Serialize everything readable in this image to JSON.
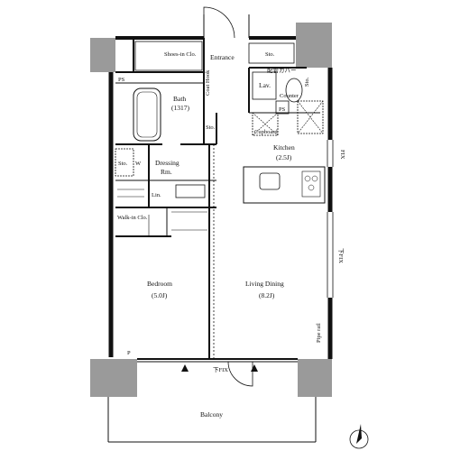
{
  "rooms": {
    "entrance": "Entrance",
    "shoes_in_clo": "Shoes-in Clo.",
    "sto_top": "Sto.",
    "coat_hook": "Coat Hook",
    "bath_name": "Bath",
    "bath_size": "(1317)",
    "ps_top_left": "PS",
    "ps_lav": "PS",
    "lav": "Lav.",
    "haikan_cover": "配管カバー",
    "counter": "Counter",
    "sto_lav": "Sto.",
    "cupboard": "Cupboard",
    "sto_mid": "Sto.",
    "kitchen_name": "Kitchen",
    "kitchen_size": "(2.5J)",
    "fix_kitchen": "FIX",
    "sto_small": "Sto.",
    "w_label": "W",
    "dressing_name": "Dressing",
    "dressing_rm": "Rm.",
    "lin": "Lin.",
    "walkin": "Walk-in Clo.",
    "fix_living": "下FIX",
    "bedroom_name": "Bedroom",
    "bedroom_size": "(5.0J)",
    "living_name": "Living Dining",
    "living_size": "(8.2J)",
    "pipe_rail": "Pipe rail",
    "p_label": "P",
    "fix_bottom": "下FIX",
    "balcony": "Balcony"
  },
  "colors": {
    "wall": "#111111",
    "column": "#9a9a9a",
    "line": "#222222"
  },
  "icons": {
    "north": "north-arrow-icon"
  }
}
